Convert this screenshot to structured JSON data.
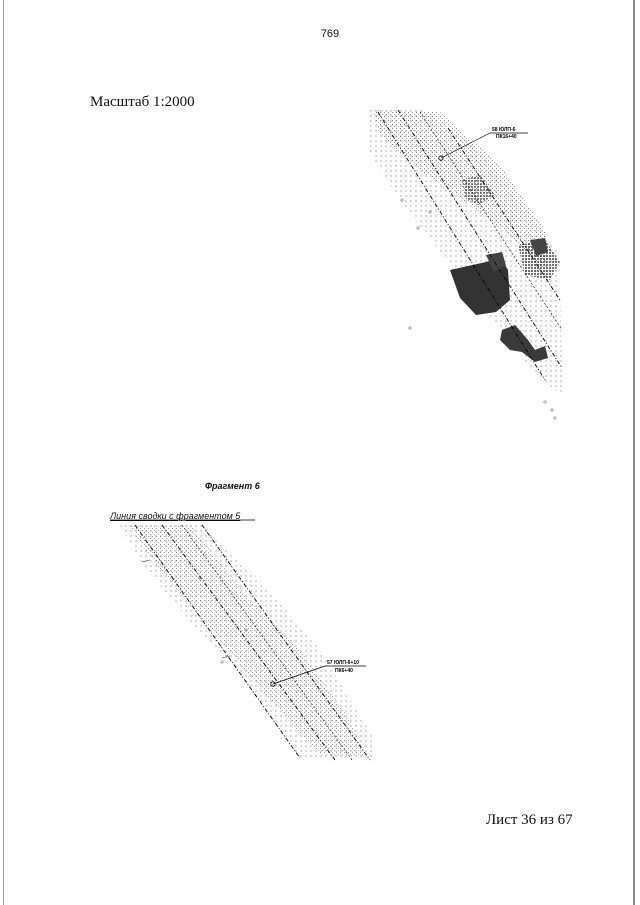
{
  "page_number": "769",
  "scale": "Масштаб 1:2000",
  "fragment_title": "Фрагмент 6",
  "junction_line": "Линия сводки с фрагментом 5",
  "map_top": {
    "point_label": "58 ЮЛП-6",
    "point_sublabel": "ПК16+40"
  },
  "map_bottom": {
    "point_label": "57 ЮЛП-6+10",
    "point_sublabel": "ПК6+40"
  },
  "sheet": "Лист 36 из 67"
}
